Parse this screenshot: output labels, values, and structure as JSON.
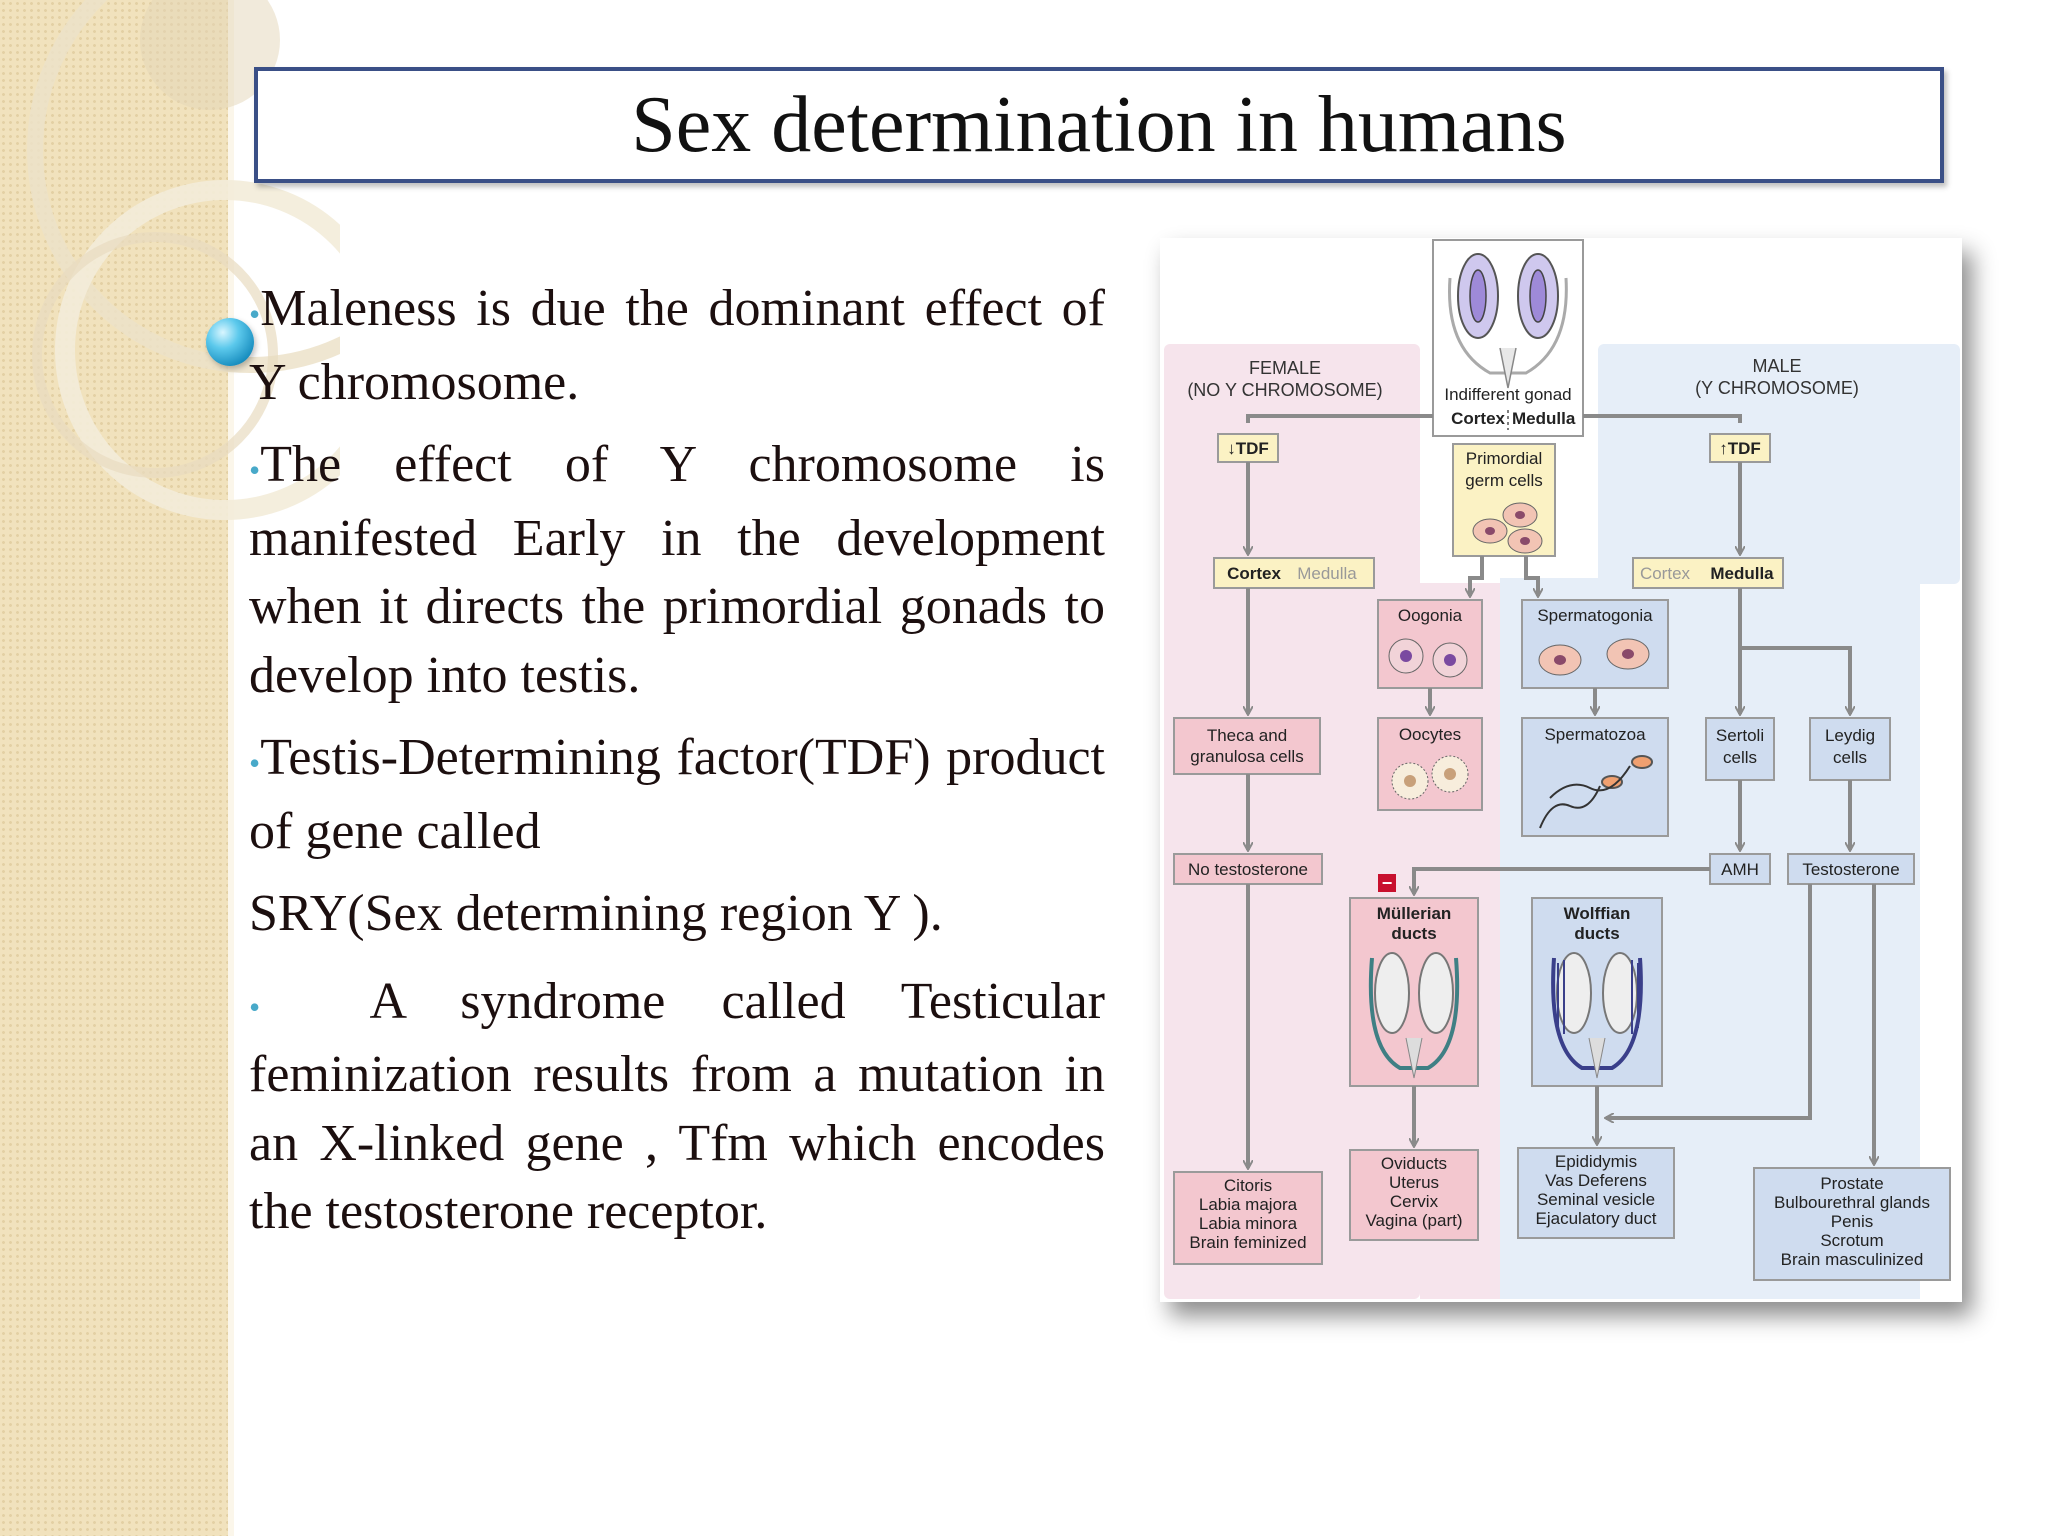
{
  "slide": {
    "title": "Sex determination in humans",
    "paragraphs": [
      {
        "bullet": "•",
        "text": "Maleness is due the dominant effect of Y  chromosome."
      },
      {
        "bullet": "•",
        "text": "The effect of Y chromosome is manifested Early in the development when it directs the primordial gonads to develop into testis."
      },
      {
        "bullet": "•",
        "text": "Testis-Determining factor(TDF) product of gene called"
      },
      {
        "bullet": "",
        "text": "SRY(Sex determining region Y )."
      },
      {
        "bullet": "•",
        "text": "  A syndrome called Testicular feminization results from a mutation in an X-linked gene , Tfm which encodes the testosterone receptor."
      }
    ]
  },
  "diagram": {
    "female_header": [
      "FEMALE",
      "(NO Y CHROMOSOME)"
    ],
    "male_header": [
      "MALE",
      "(Y CHROMOSOME)"
    ],
    "indifferent_gonad": "Indifferent gonad",
    "cortex": "Cortex",
    "medulla": "Medulla",
    "tdf_down": "↓TDF",
    "tdf_up": "↑TDF",
    "primordial_germ_cells": [
      "Primordial",
      "germ cells"
    ],
    "oogonia": "Oogonia",
    "spermatogonia": "Spermatogonia",
    "oocytes": "Oocytes",
    "spermatozoa": "Spermatozoa",
    "theca": [
      "Theca and",
      "granulosa cells"
    ],
    "sertoli": [
      "Sertoli",
      "cells"
    ],
    "leydig": [
      "Leydig",
      "cells"
    ],
    "no_testosterone": "No testosterone",
    "amh": "AMH",
    "testosterone": "Testosterone",
    "minus_sign": "−",
    "mullerian": [
      "Müllerian",
      "ducts"
    ],
    "wolffian": [
      "Wolffian",
      "ducts"
    ],
    "female_external": [
      "Citoris",
      "Labia majora",
      "Labia minora",
      "Brain feminized"
    ],
    "female_internal": [
      "Oviducts",
      "Uterus",
      "Cervix",
      "Vagina (part)"
    ],
    "male_internal": [
      "Epididymis",
      "Vas Deferens",
      "Seminal vesicle",
      "Ejaculatory duct"
    ],
    "male_external": [
      "Prostate",
      "Bulbourethral glands",
      "Penis",
      "Scrotum",
      "Brain masculinized"
    ],
    "colors": {
      "female_bg": "#f6e4ec",
      "male_bg": "#e6eef8",
      "female_box": "#f3c7cf",
      "male_box": "#cfdcef",
      "yellow_box": "#fbf2c4",
      "arrow": "#8a8a8a"
    }
  }
}
